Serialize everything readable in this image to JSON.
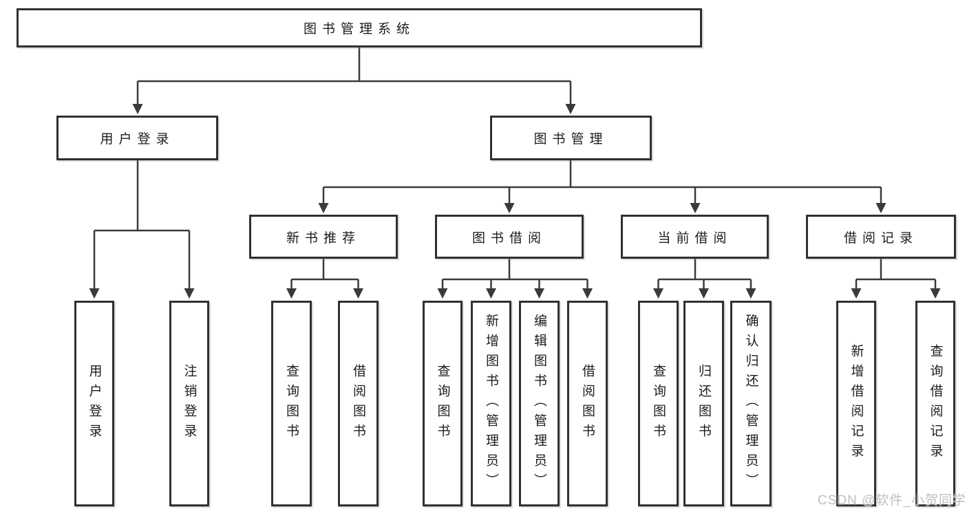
{
  "tree": {
    "label": "图书管理系统",
    "children": [
      {
        "label": "用户登录",
        "children": [
          {
            "label": "用户登录"
          },
          {
            "label": "注销登录"
          }
        ]
      },
      {
        "label": "图书管理",
        "children": [
          {
            "label": "新书推荐",
            "children": [
              {
                "label": "查询图书"
              },
              {
                "label": "借阅图书"
              }
            ]
          },
          {
            "label": "图书借阅",
            "children": [
              {
                "label": "查询图书"
              },
              {
                "label": "新增图书（管理员）"
              },
              {
                "label": "编辑图书（管理员）"
              },
              {
                "label": "借阅图书"
              }
            ]
          },
          {
            "label": "当前借阅",
            "children": [
              {
                "label": "查询图书"
              },
              {
                "label": "归还图书"
              },
              {
                "label": "确认归还（管理员）"
              }
            ]
          },
          {
            "label": "借阅记录",
            "children": [
              {
                "label": "新增借阅记录"
              },
              {
                "label": "查询借阅记录"
              }
            ]
          }
        ]
      }
    ]
  },
  "watermark": "CSDN @软件_小贺同学",
  "colors": {
    "background": "#ffffff",
    "box_border": "#303030",
    "line": "#3a3a3a",
    "text": "#1c1c1c",
    "watermark": "#bfbfbf"
  }
}
